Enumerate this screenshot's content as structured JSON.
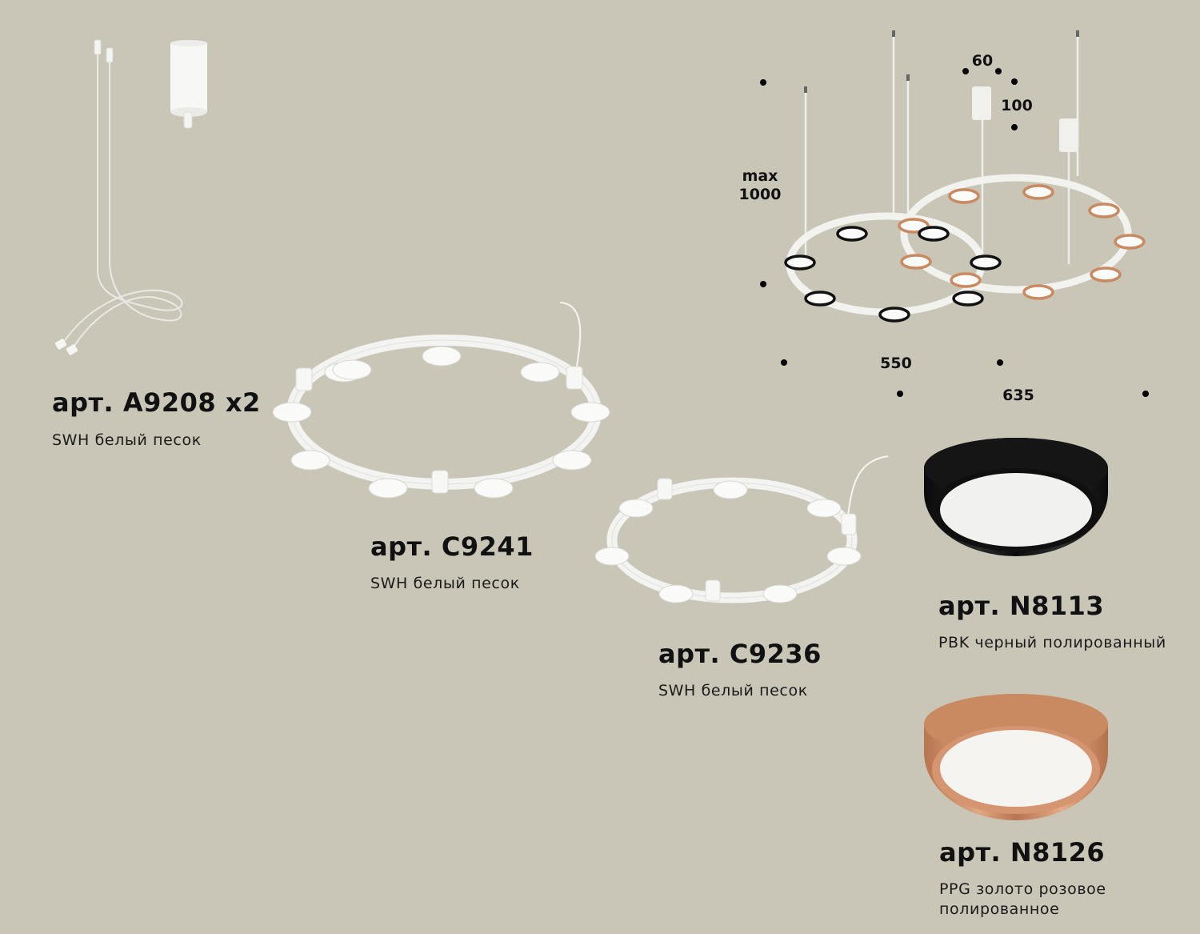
{
  "products": [
    {
      "article": "арт. A9208 x2",
      "finish": "SWH белый песок",
      "kind": "suspension-cables-and-canopy"
    },
    {
      "article": "арт. C9241",
      "finish": "SWH белый песок",
      "kind": "large-ring-track-10-spots"
    },
    {
      "article": "арт. C9236",
      "finish": "SWH белый песок",
      "kind": "small-ring-track-8-spots"
    },
    {
      "article": "арт. N8113",
      "finish": "PBK черный полированный",
      "kind": "black-ring-lens"
    },
    {
      "article": "арт. N8126",
      "finish_line1": "PPG золото розовое",
      "finish_line2": "полированное",
      "kind": "rose-gold-ring-lens"
    }
  ],
  "dimensions": {
    "canopy_width": "60",
    "canopy_height": "100",
    "max_label": "max",
    "max_value": "1000",
    "ring_small": "550",
    "ring_large": "635"
  },
  "colors": {
    "background": "#c9c6b8",
    "white_finish": "#f2f2ee",
    "black_finish": "#111111",
    "rose_gold": "#c98a62"
  }
}
